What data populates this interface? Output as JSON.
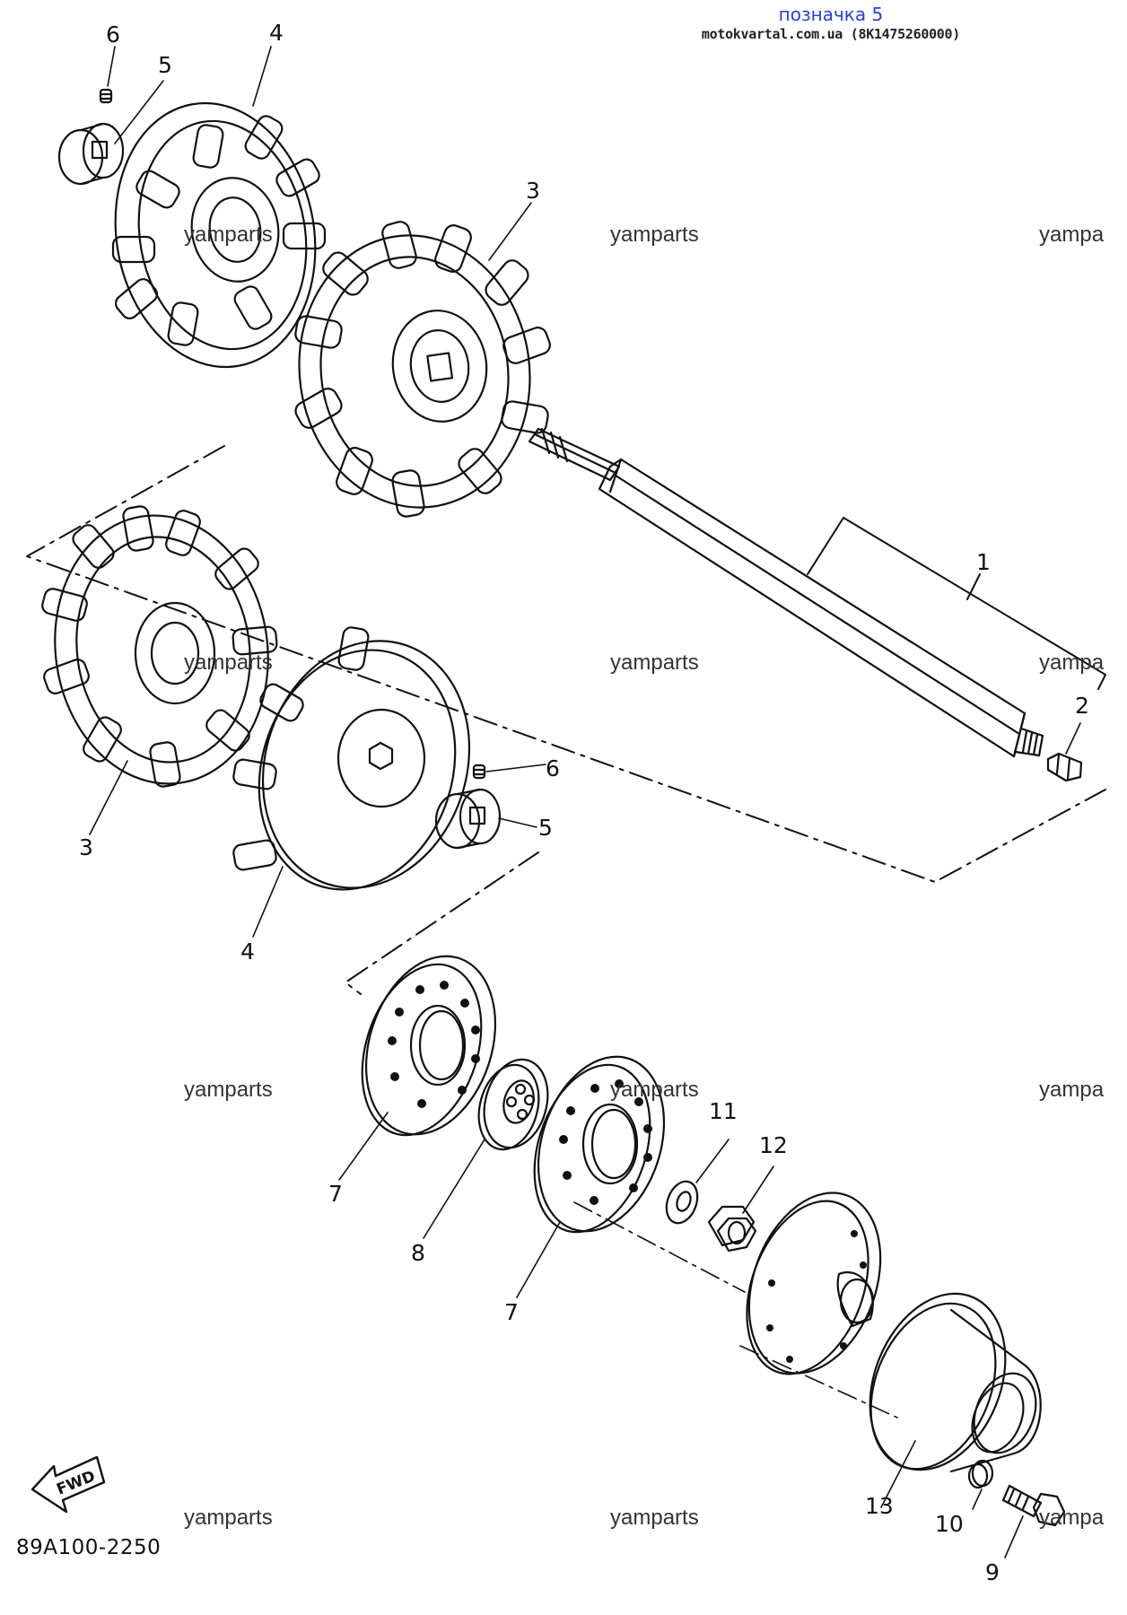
{
  "header": {
    "title": "позначка 5",
    "source": "motokvartal.com.ua (8K1475260000)"
  },
  "watermark": "yamparts",
  "watermark_cut": "yampa",
  "diagram_code": "89A100-2250",
  "fwd_label": "FWD",
  "callouts": {
    "c1": "1",
    "c2": "2",
    "c3a": "3",
    "c3b": "3",
    "c4a": "4",
    "c4b": "4",
    "c5a": "5",
    "c5b": "5",
    "c6a": "6",
    "c6b": "6",
    "c7a": "7",
    "c7b": "7",
    "c8": "8",
    "c9": "9",
    "c10": "10",
    "c11": "11",
    "c12": "12",
    "c13": "13"
  },
  "colors": {
    "line": "#111111",
    "header": "#2a3fd0"
  }
}
